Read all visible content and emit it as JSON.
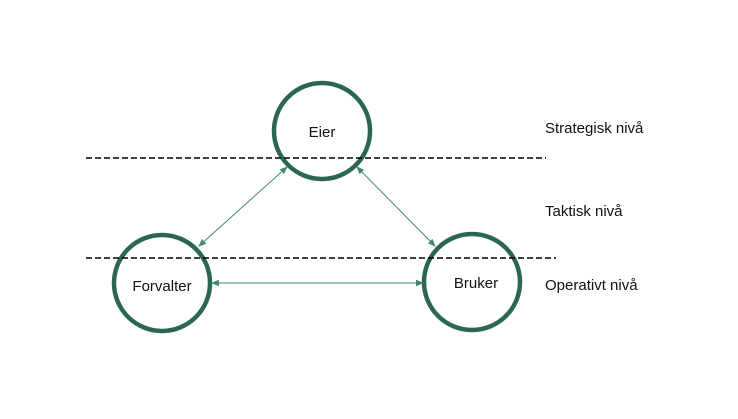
{
  "diagram": {
    "nodes": {
      "eier": {
        "label": "Eier"
      },
      "forvalter": {
        "label": "Forvalter"
      },
      "bruker": {
        "label": "Bruker"
      }
    },
    "levels": {
      "strategic": "Strategisk nivå",
      "tactical": "Taktisk nivå",
      "operational": "Operativt nivå"
    },
    "connections": [
      {
        "from": "Eier",
        "to": "Forvalter",
        "direction": "both"
      },
      {
        "from": "Eier",
        "to": "Bruker",
        "direction": "both"
      },
      {
        "from": "Forvalter",
        "to": "Bruker",
        "direction": "both"
      }
    ],
    "colors": {
      "node_stroke": "#2b6653",
      "arrow": "#3f8a6f",
      "divider": "#000000"
    }
  }
}
